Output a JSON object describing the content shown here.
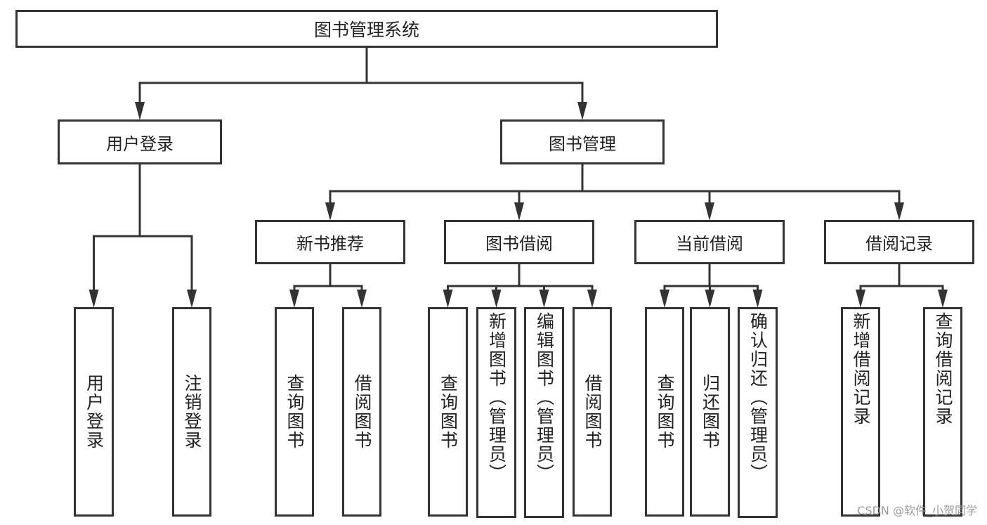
{
  "diagram": {
    "root": {
      "label": "图书管理系统",
      "children": [
        {
          "label": "用户登录",
          "children": [
            {
              "label": "用户登录"
            },
            {
              "label": "注销登录"
            }
          ]
        },
        {
          "label": "图书管理",
          "children": [
            {
              "label": "新书推荐",
              "children": [
                {
                  "label": "查询图书"
                },
                {
                  "label": "借阅图书"
                }
              ]
            },
            {
              "label": "图书借阅",
              "children": [
                {
                  "label": "查询图书"
                },
                {
                  "label": "新增图书（管理员）"
                },
                {
                  "label": "编辑图书（管理员）"
                },
                {
                  "label": "借阅图书"
                }
              ]
            },
            {
              "label": "当前借阅",
              "children": [
                {
                  "label": "查询图书"
                },
                {
                  "label": "归还图书"
                },
                {
                  "label": "确认归还（管理员）"
                }
              ]
            },
            {
              "label": "借阅记录",
              "children": [
                {
                  "label": "新增借阅记录"
                },
                {
                  "label": "查询借阅记录"
                }
              ]
            }
          ]
        }
      ]
    },
    "watermark": "CSDN @软件_小贺同学",
    "colors": {
      "stroke": "#333333",
      "background": "#ffffff"
    }
  }
}
